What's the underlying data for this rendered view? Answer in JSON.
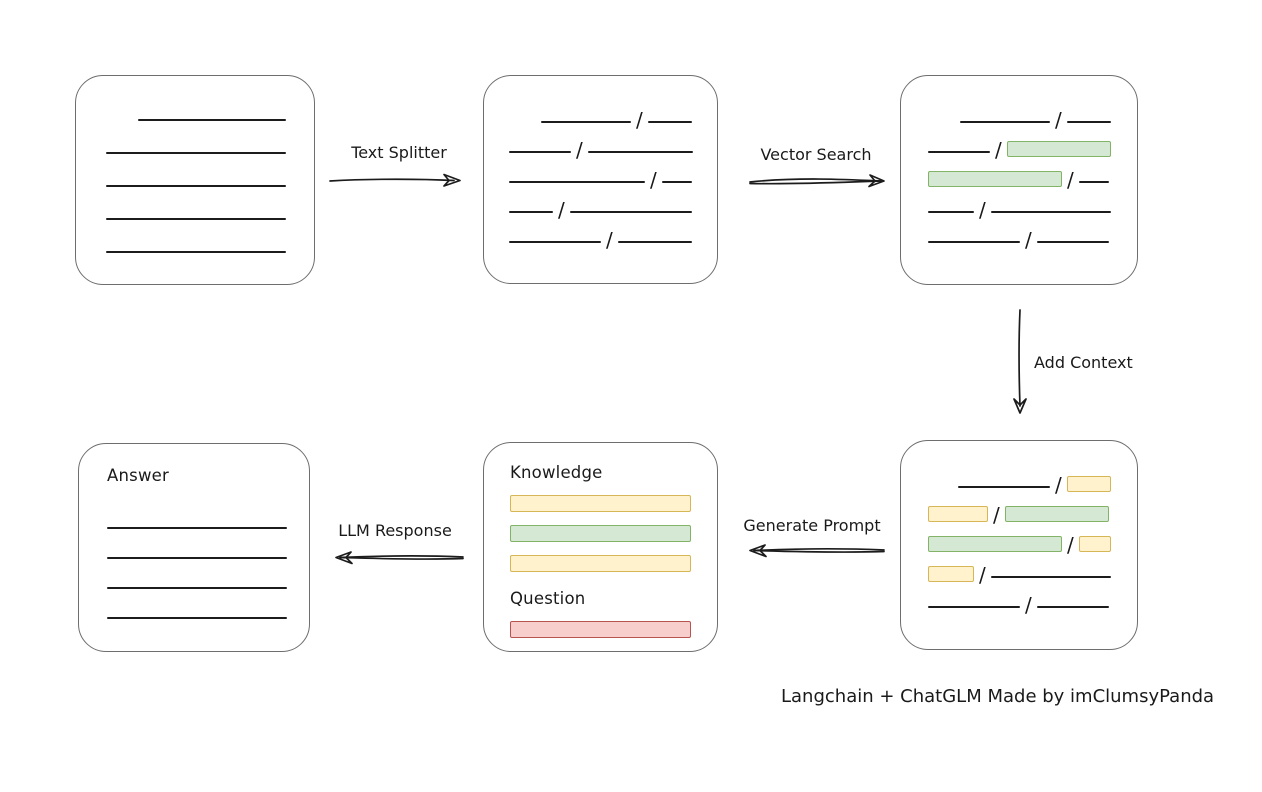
{
  "footer": {
    "text": "Langchain + ChatGLM Made by imClumsyPanda"
  },
  "separator": "/",
  "colors": {
    "green_fill": "#d5e8d4",
    "green_border": "#82b366",
    "yellow_fill": "#fff2cc",
    "yellow_border": "#d6b656",
    "red_fill": "#f8cecc",
    "red_border": "#b85450",
    "box_border": "#6e6e6e",
    "line_color": "#1c1c1c",
    "text_color": "#1a1a1a"
  },
  "labels": {
    "text_splitter": "Text Splitter",
    "vector_search": "Vector Search",
    "add_context": "Add Context",
    "generate_prompt": "Generate Prompt",
    "llm_response": "LLM Response"
  },
  "document_box": {
    "lines": [
      {
        "w": 148,
        "indent": 32
      },
      {
        "w": 180
      },
      {
        "w": 180
      },
      {
        "w": 180
      },
      {
        "w": 180
      }
    ]
  },
  "split_box": {
    "rows": [
      {
        "indent": 32,
        "segments": [
          {
            "kind": "line",
            "w": 90
          },
          {
            "kind": "line",
            "w": 44
          }
        ]
      },
      {
        "indent": 0,
        "segments": [
          {
            "kind": "line",
            "w": 62
          },
          {
            "kind": "line",
            "w": 105
          }
        ]
      },
      {
        "indent": 0,
        "segments": [
          {
            "kind": "line",
            "w": 136
          },
          {
            "kind": "line",
            "w": 30
          }
        ]
      },
      {
        "indent": 0,
        "segments": [
          {
            "kind": "line",
            "w": 44
          },
          {
            "kind": "line",
            "w": 122
          }
        ]
      },
      {
        "indent": 0,
        "segments": [
          {
            "kind": "line",
            "w": 92
          },
          {
            "kind": "line",
            "w": 74
          }
        ]
      }
    ]
  },
  "search_box": {
    "rows": [
      {
        "indent": 32,
        "segments": [
          {
            "kind": "line",
            "w": 90
          },
          {
            "kind": "line",
            "w": 44
          }
        ]
      },
      {
        "indent": 0,
        "segments": [
          {
            "kind": "line",
            "w": 62
          },
          {
            "kind": "green",
            "w": 104
          }
        ]
      },
      {
        "indent": 0,
        "segments": [
          {
            "kind": "green",
            "w": 134
          },
          {
            "kind": "line",
            "w": 30
          }
        ]
      },
      {
        "indent": 0,
        "segments": [
          {
            "kind": "line",
            "w": 46
          },
          {
            "kind": "line",
            "w": 120
          }
        ]
      },
      {
        "indent": 0,
        "segments": [
          {
            "kind": "line",
            "w": 92
          },
          {
            "kind": "line",
            "w": 72
          }
        ]
      }
    ]
  },
  "context_box": {
    "rows": [
      {
        "indent": 30,
        "segments": [
          {
            "kind": "line",
            "w": 92
          },
          {
            "kind": "yellow",
            "w": 44
          }
        ]
      },
      {
        "indent": 0,
        "segments": [
          {
            "kind": "yellow",
            "w": 60
          },
          {
            "kind": "green",
            "w": 104
          }
        ]
      },
      {
        "indent": 0,
        "segments": [
          {
            "kind": "green",
            "w": 134
          },
          {
            "kind": "yellow",
            "w": 32
          }
        ]
      },
      {
        "indent": 0,
        "segments": [
          {
            "kind": "yellow",
            "w": 46
          },
          {
            "kind": "line",
            "w": 120
          }
        ]
      },
      {
        "indent": 0,
        "segments": [
          {
            "kind": "line",
            "w": 92
          },
          {
            "kind": "line",
            "w": 72
          }
        ]
      }
    ]
  },
  "prompt_box": {
    "knowledge_label": "Knowledge",
    "question_label": "Question",
    "knowledge_bars": [
      "yellow",
      "green",
      "yellow"
    ],
    "question_bars": [
      "red"
    ]
  },
  "answer_box": {
    "label": "Answer",
    "lines": [
      {
        "w": 180
      },
      {
        "w": 180
      },
      {
        "w": 180
      },
      {
        "w": 180
      }
    ]
  }
}
